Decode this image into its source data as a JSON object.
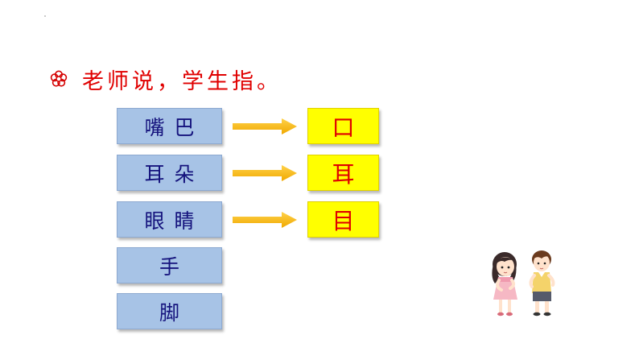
{
  "heading": {
    "icon": "flower-icon",
    "text": "老师说，学生指。"
  },
  "rows": [
    {
      "word": "嘴巴",
      "character": "口"
    },
    {
      "word": "耳朵",
      "character": "耳"
    },
    {
      "word": "眼睛",
      "character": "目"
    },
    {
      "word": "手"
    },
    {
      "word": "脚"
    }
  ],
  "illustration": {
    "icon": "children-illustration"
  },
  "colors": {
    "heading": "#e00000",
    "word_box": "#a7c3e6",
    "word_text": "#15137d",
    "char_box": "#ffff00",
    "char_text": "#e00000",
    "arrow": "#f5b400"
  }
}
